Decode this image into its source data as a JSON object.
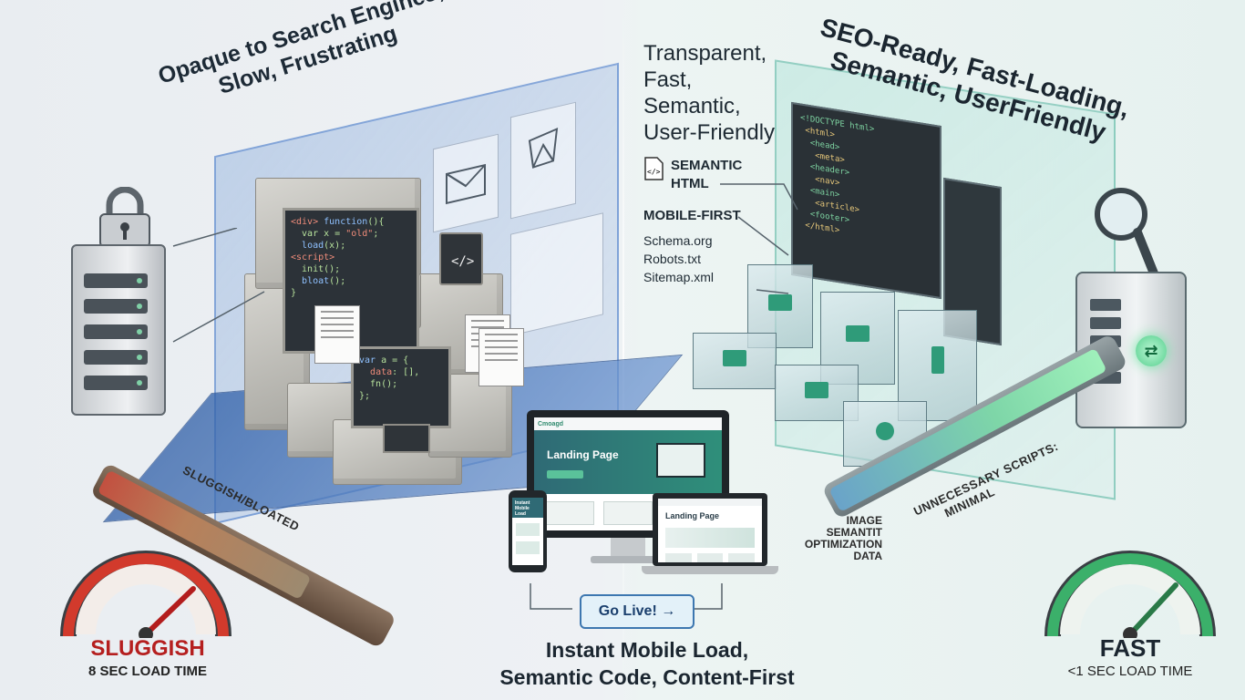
{
  "left": {
    "headline": [
      "Opaque to Search Engines,",
      "Slow, Frustrating"
    ],
    "bar_label": "SLUGGISH/BLOATED",
    "status": "SLUGGISH",
    "load_time": "8 SEC LOAD TIME",
    "colors": {
      "accent": "#b51f1f",
      "bar": "#c25040"
    }
  },
  "center": {
    "monitor_brand": "Cmoagd",
    "monitor_title": "Landing Page",
    "laptop_title": "Landing Page",
    "phone_title": "Instant Mobile Load",
    "cta_label": "Go Live! →",
    "tagline": [
      "Instant Mobile Load,",
      "Semantic Code, Content-First"
    ]
  },
  "right": {
    "headline": [
      "SEO-Ready, Fast-Loading,",
      "Semantic, UserFriendly"
    ],
    "qualities": [
      "Transparent,",
      "Fast,",
      "Semantic,",
      "User-Friendly"
    ],
    "tag_semantic": [
      "SEMANTIC",
      "HTML"
    ],
    "tag_mobile": "MOBILE-FIRST",
    "files": [
      "Schema.org",
      "Robots.txt",
      "Sitemap.xml"
    ],
    "bar_label": [
      "UNNECESSARY SCRIPTS:",
      "MINIMAL"
    ],
    "image_label": [
      "IMAGE",
      "SEMANTIT",
      "OPTIMIZATION",
      "DATA"
    ],
    "status": "FAST",
    "load_time": "<1 SEC LOAD TIME",
    "colors": {
      "accent": "#2f9b79",
      "bar": "#7ed6a8"
    }
  },
  "icons": [
    "padlock-icon",
    "server-icon",
    "magnifier-icon",
    "sync-icon",
    "code-file-icon",
    "speedometer-icon"
  ]
}
